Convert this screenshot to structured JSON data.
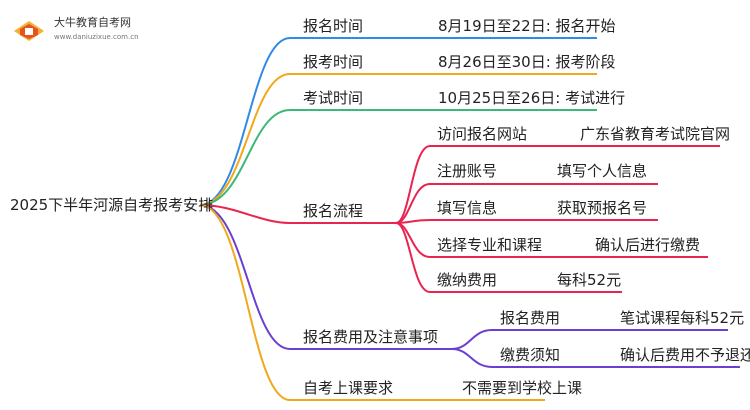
{
  "logo": {
    "name": "大牛教育自考网",
    "url": "www.daniuzixue.com.cn"
  },
  "root": "2025下半年河源自考报考安排",
  "colors": {
    "blue": "#2f8ae8",
    "orange": "#f3a81c",
    "green": "#3cb878",
    "red": "#e8244f",
    "purple": "#6a3fd2",
    "gold": "#f0a81c"
  },
  "branches": [
    {
      "label": "报名时间",
      "detail": "8月19日至22日: 报名开始"
    },
    {
      "label": "报考时间",
      "detail": "8月26日至30日: 报考阶段"
    },
    {
      "label": "考试时间",
      "detail": "10月25日至26日: 考试进行"
    },
    {
      "label": "报名流程",
      "children": [
        {
          "label": "访问报名网站",
          "detail": "广东省教育考试院官网"
        },
        {
          "label": "注册账号",
          "detail": "填写个人信息"
        },
        {
          "label": "填写信息",
          "detail": "获取预报名号"
        },
        {
          "label": "选择专业和课程",
          "detail": "确认后进行缴费"
        },
        {
          "label": "缴纳费用",
          "detail": "每科52元"
        }
      ]
    },
    {
      "label": "报名费用及注意事项",
      "children": [
        {
          "label": "报名费用",
          "detail": "笔试课程每科52元"
        },
        {
          "label": "缴费须知",
          "detail": "确认后费用不予退还"
        }
      ]
    },
    {
      "label": "自考上课要求",
      "detail": "不需要到学校上课"
    }
  ]
}
